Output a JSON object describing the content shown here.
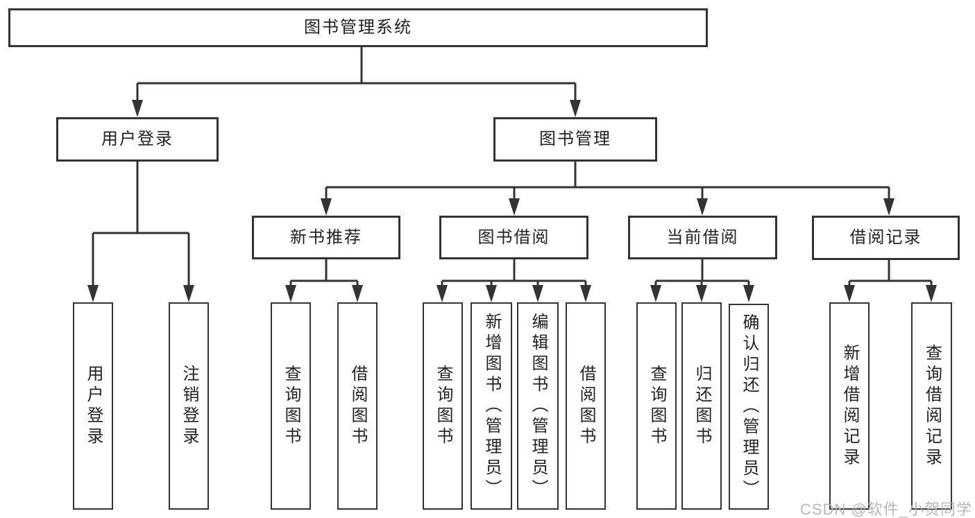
{
  "diagram_title": "图书管理系统",
  "tree": {
    "root": {
      "label": "图书管理系统",
      "children": [
        {
          "label": "用户登录",
          "children": [
            {
              "label": "用户登录"
            },
            {
              "label": "注销登录"
            }
          ]
        },
        {
          "label": "图书管理",
          "children": [
            {
              "label": "新书推荐",
              "children": [
                {
                  "label": "查询图书"
                },
                {
                  "label": "借阅图书"
                }
              ]
            },
            {
              "label": "图书借阅",
              "children": [
                {
                  "label": "查询图书"
                },
                {
                  "label": "新增图书（管理员）"
                },
                {
                  "label": "编辑图书（管理员）"
                },
                {
                  "label": "借阅图书"
                }
              ]
            },
            {
              "label": "当前借阅",
              "children": [
                {
                  "label": "查询图书"
                },
                {
                  "label": "归还图书"
                },
                {
                  "label": "确认归还（管理员）"
                }
              ]
            },
            {
              "label": "借阅记录",
              "children": [
                {
                  "label": "新增借阅记录"
                },
                {
                  "label": "查询借阅记录"
                }
              ]
            }
          ]
        }
      ]
    }
  },
  "watermark": {
    "text": "CSDN @软件_小贺同学"
  },
  "colors": {
    "line": "#333333",
    "text": "#222222",
    "box_background": "#ffffff",
    "watermark": "#b2b2b2",
    "background": "#ffffff"
  }
}
